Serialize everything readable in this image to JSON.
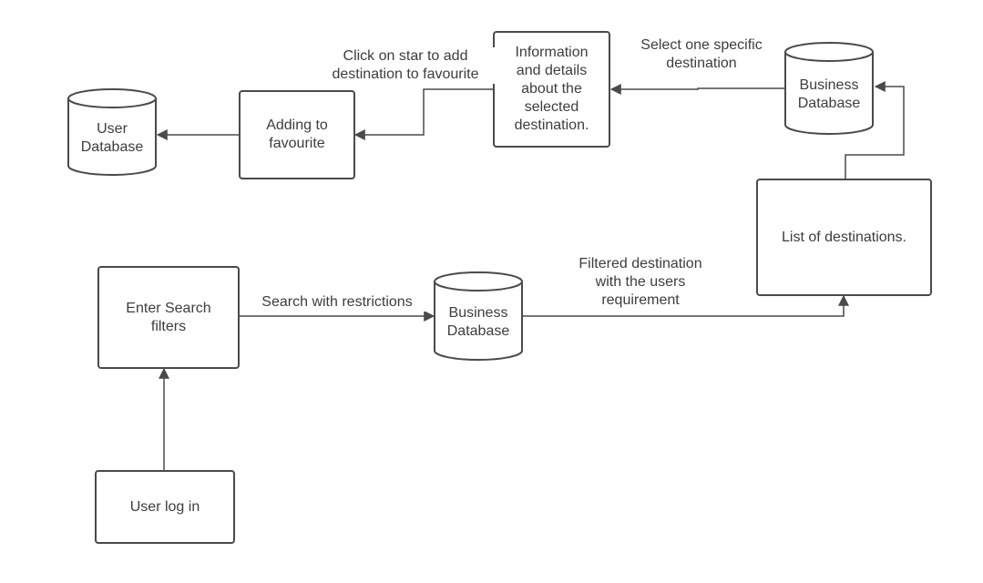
{
  "nodes": {
    "user_database": "User\nDatabase",
    "adding_to_favourite": "Adding to\nfavourite",
    "information_details": "Information\nand details\nabout the\nselected\ndestination.",
    "business_database_top": "Business\nDatabase",
    "list_of_destinations": "List of destinations.",
    "enter_search_filters": "Enter Search\nfilters",
    "business_database_bottom": "Business\nDatabase",
    "user_log_in": "User log in"
  },
  "edges": {
    "click_star": "Click on star to add\ndestination to favourite",
    "select_specific": "Select one specific\ndestination",
    "search_restrictions": "Search with restrictions",
    "filtered_destination": "Filtered destination\nwith the users\nrequirement"
  },
  "colors": {
    "stroke": "#4a4a4a",
    "text": "#3d3d3d",
    "background": "#ffffff"
  }
}
